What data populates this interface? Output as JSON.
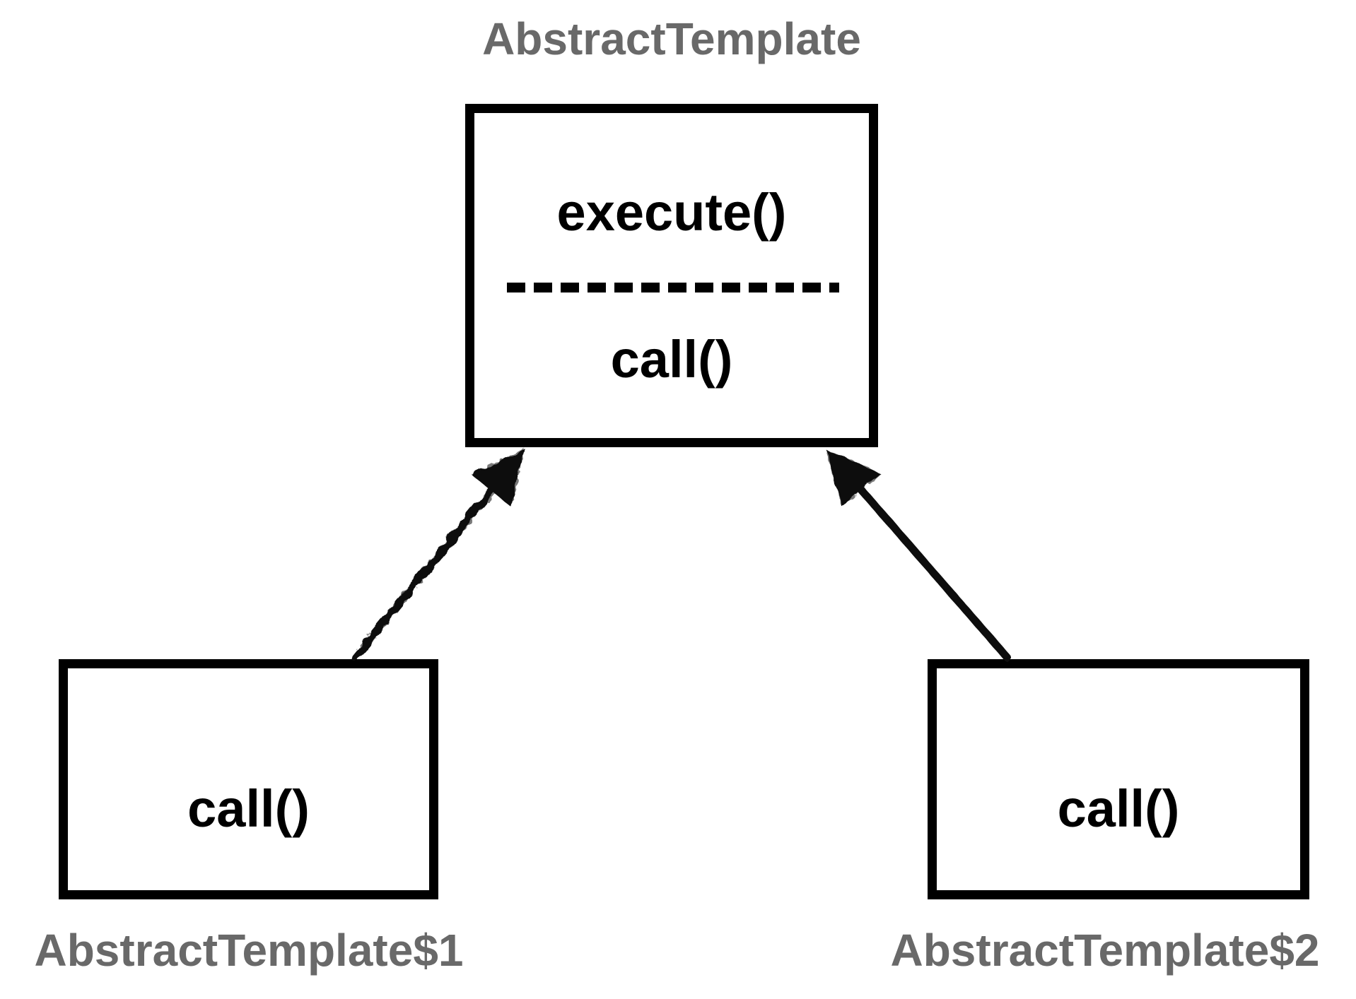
{
  "diagram": {
    "title": "AbstractTemplate",
    "parent": {
      "name": "AbstractTemplate",
      "method_1": "execute()",
      "method_2": "call()"
    },
    "children": [
      {
        "label": "AbstractTemplate$1",
        "method": "call()"
      },
      {
        "label": "AbstractTemplate$2",
        "method": "call()"
      }
    ],
    "relations": [
      {
        "type": "inheritance-arrow",
        "from": "AbstractTemplate$1",
        "to": "AbstractTemplate"
      },
      {
        "type": "inheritance-arrow",
        "from": "AbstractTemplate$2",
        "to": "AbstractTemplate"
      }
    ],
    "colors": {
      "background": "#ffffff",
      "box_border": "#000000",
      "method_text": "#000000",
      "class_label_gray": "#696969",
      "arrow": "#0f0f0f"
    }
  }
}
